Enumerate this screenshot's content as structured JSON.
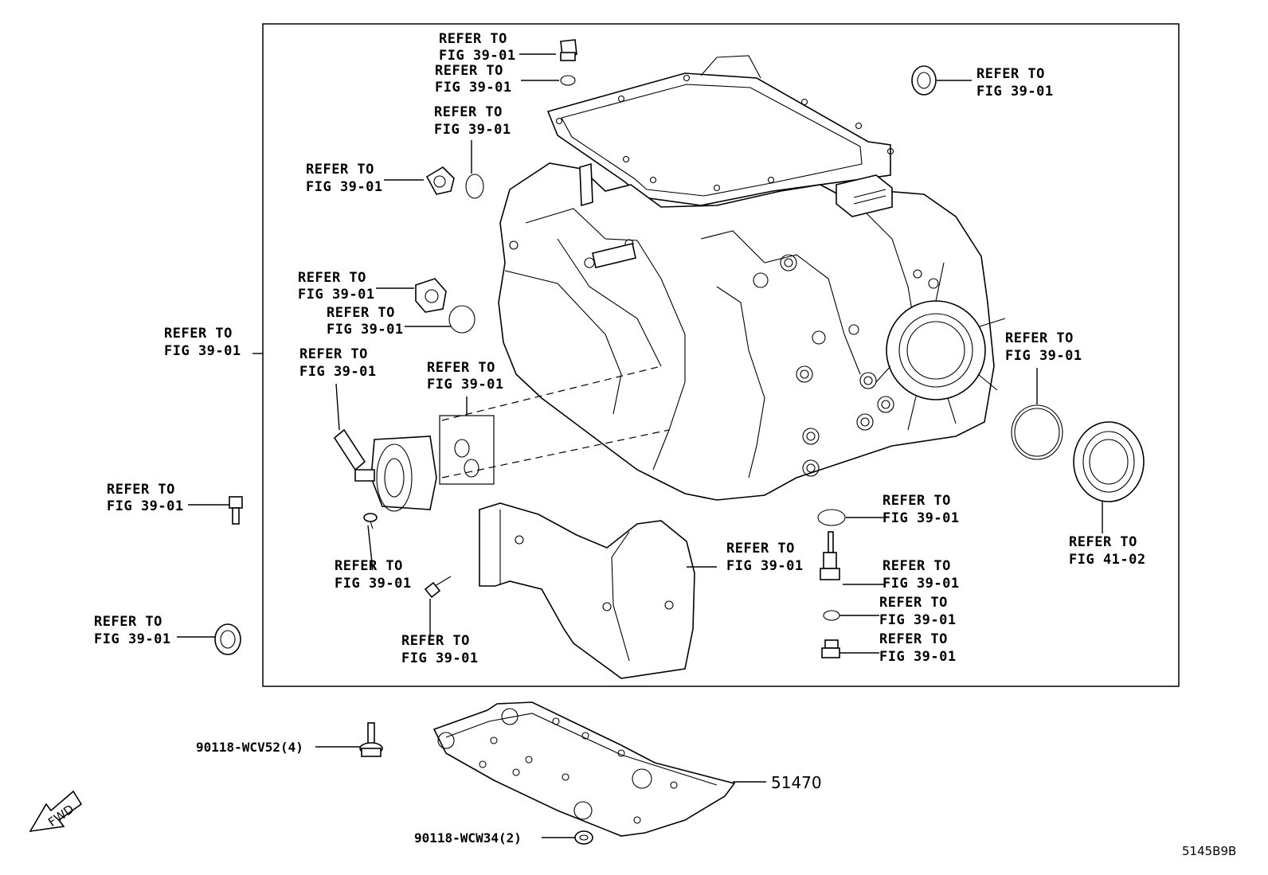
{
  "callout_text": {
    "line1": "REFER TO",
    "fig_39_01": "FIG 39-01",
    "fig_41_02": "FIG 41-02"
  },
  "part_numbers": {
    "bolt_upper": "90118-WCV52(4)",
    "bolt_lower": "90118-WCW34(2)",
    "cover": "51470"
  },
  "fwd_label": "FWD",
  "diagram_code": "5145B9B",
  "colors": {
    "ink": "#000000",
    "background": "#ffffff"
  }
}
